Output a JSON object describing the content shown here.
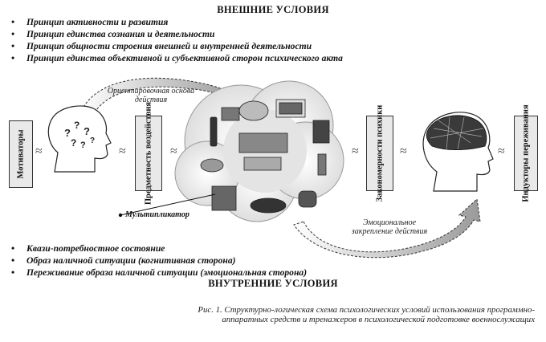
{
  "external": {
    "title": "ВНЕШНИЕ УСЛОВИЯ",
    "bullet": "•",
    "items": [
      "Принцип активности и развития",
      "Принцип единства сознания и деятельности",
      "Принцип общности строения внешней и внутренней деятельности",
      "Принцип единства объективной и субъективной сторон психического акта"
    ]
  },
  "internal": {
    "title": "ВНУТРЕННИЕ УСЛОВИЯ",
    "bullet": "•",
    "items": [
      "Квази-потребностное  состояние",
      "Образ наличной ситуации (когнитивная  сторона)",
      "Переживание образа наличной ситуации (эмоциональная сторона)"
    ]
  },
  "diagram": {
    "boxes": [
      "Мотиваторы",
      "Предметность воздействия",
      "Закономерности психики",
      "Индукторы переживания"
    ],
    "tilde": "≈",
    "arrow_top_label": "Ориентировочная основа действия",
    "arrow_bottom_label": "Эмоциональное закрепление действия",
    "multiplier_label": "Мультипликатор"
  },
  "caption": "Рис. 1. Структурно-логическая схема психологических условий использования программно-аппаратных средств и тренажеров в психологической подготовке военнослужащих"
}
